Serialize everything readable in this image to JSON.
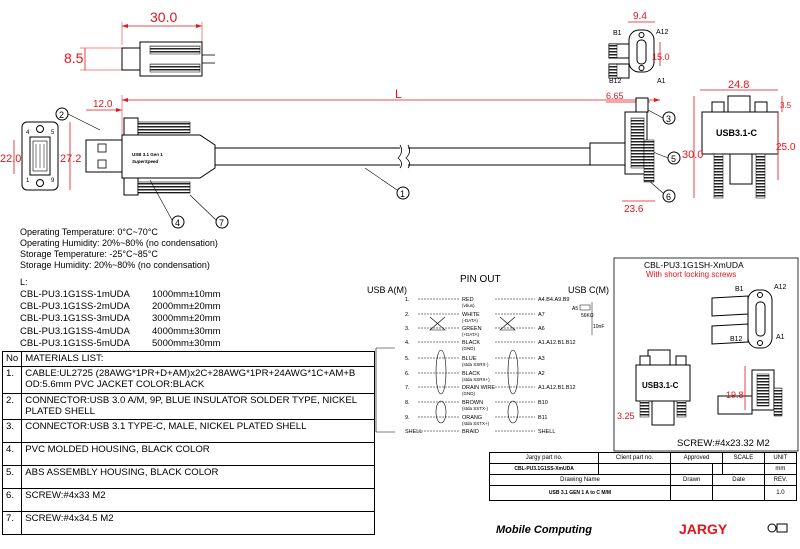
{
  "dimensions": {
    "top_width": "30.0",
    "top_height": "8.5",
    "length_offset": "12.0",
    "length": "L",
    "width_a": "27.2",
    "height_a": "22.0",
    "c_width": "9.4",
    "c_height": "15.0",
    "c_side": "6.65",
    "c_body_width": "24.8",
    "c_body_top": "3.5",
    "c_body_height": "25.0",
    "c_total_height": "30.0",
    "c_bottom_width": "23.6",
    "detail_height": "19.8",
    "detail_side": "3.25"
  },
  "pin_labels": {
    "b1": "B1",
    "a12": "A12",
    "b12": "B12",
    "a1": "A1",
    "p4": "4",
    "p5": "5",
    "p1": "1",
    "p9": "9"
  },
  "callouts": [
    "1",
    "2",
    "3",
    "4",
    "5",
    "6",
    "7"
  ],
  "plug_text": {
    "line1": "USB 3.1 Gen 1",
    "line2": "SuperSpeed",
    "c_label": "USB3.1-C"
  },
  "specs": [
    "Operating Temperature: 0°C~70°C",
    "Operating Humidity: 20%~80% (no condensation)",
    "Storage Temperature: -25°C~85°C",
    "Storage  Humidity: 20%~80% (no condensation)"
  ],
  "parts_label": "L:",
  "parts": [
    {
      "pn": "CBL-PU3.1G1SS-1mUDA",
      "len": "1000mm±10mm"
    },
    {
      "pn": "CBL-PU3.1G1SS-2mUDA",
      "len": "2000mm±20mm"
    },
    {
      "pn": "CBL-PU3.1G1SS-3mUDA",
      "len": "3000mm±20mm"
    },
    {
      "pn": "CBL-PU3.1G1SS-4mUDA",
      "len": "4000mm±30mm"
    },
    {
      "pn": "CBL-PU3.1G1SS-5mUDA",
      "len": "5000mm±30mm"
    }
  ],
  "materials": {
    "header_no": "No",
    "header_title": "MATERIALS LIST:",
    "rows": [
      {
        "no": "1.",
        "text": "CABLE:UL2725 (28AWG*1PR+D+AM)x2C+28AWG*1PR+24AWG*1C+AM+B OD:5.6mm  PVC JACKET COLOR:BLACK"
      },
      {
        "no": "2.",
        "text": "CONNECTOR:USB 3.0 A/M, 9P, BLUE INSULATOR SOLDER TYPE, NICKEL PLATED SHELL"
      },
      {
        "no": "3.",
        "text": "CONNECTOR:USB 3.1 TYPE-C, MALE, NICKEL PLATED SHELL"
      },
      {
        "no": "4.",
        "text": "PVC MOLDED HOUSING, BLACK COLOR"
      },
      {
        "no": "5.",
        "text": "ABS ASSEMBLY HOUSING, BLACK COLOR"
      },
      {
        "no": "6.",
        "text": "SCREW:#4x33 M2"
      },
      {
        "no": "7.",
        "text": "SCREW:#4x34.5 M2"
      }
    ]
  },
  "pinout": {
    "title": "PIN OUT",
    "left_header": "USB A(M)",
    "right_header": "USB C(M)",
    "rows": [
      {
        "num": "1.",
        "name": "RED",
        "sub": "(vbus)",
        "right": "A4.B4.A9.B9"
      },
      {
        "num": "2.",
        "name": "WHITE",
        "sub": "(-DATA)",
        "right": "A7"
      },
      {
        "num": "3.",
        "name": "GREEN",
        "sub": "(+DATA)",
        "right": "A6"
      },
      {
        "num": "4.",
        "name": "BLACK",
        "sub": "(GND)",
        "right": "A1.A12.B1.B12"
      },
      {
        "num": "5.",
        "name": "BLUE",
        "sub": "(stda SSRX-)",
        "right": "A3"
      },
      {
        "num": "6.",
        "name": "BLACK",
        "sub": "(stda SSRX+)",
        "right": "A2"
      },
      {
        "num": "7.",
        "name": "DRAIN WIRE",
        "sub": "(GND)",
        "right": "A1.A12.B1.B12"
      },
      {
        "num": "8.",
        "name": "BROWN",
        "sub": "(stda SSTX-)",
        "right": "B10"
      },
      {
        "num": "9.",
        "name": "ORANG",
        "sub": "(stda SSTX+)",
        "right": "B11"
      },
      {
        "num": "SHELL",
        "name": "BRAID",
        "sub": "",
        "right": "SHELL"
      }
    ],
    "resistor_label": "A5",
    "resistor_value": "56KΩ",
    "cap_value": "10nF"
  },
  "detail": {
    "title": "CBL-PU3.1G1SH-XmUDA",
    "subtitle": "With short locking screws",
    "screw_note": "SCREW:#4x23.32 M2"
  },
  "title_block": {
    "jargy_part_label": "Jargy part no.",
    "client_part_label": "Client part no.",
    "approved_label": "Approved",
    "scale_label": "SCALE",
    "unit_label": "UNIT",
    "part_no": "CBL-PU3.1G1SS-XmUDA",
    "unit": "mm",
    "drawing_name_label": "Drawing Name",
    "drawn_label": "Drawn",
    "date_label": "Date",
    "rev_label": "REV.",
    "drawing_name": "USB 3.1 GEN 1 A to C M/M",
    "rev": "1.0",
    "brand1": "Mobile Computing",
    "brand2": "JARGY"
  },
  "colors": {
    "dimension": "#e3141b",
    "line": "#000000"
  }
}
